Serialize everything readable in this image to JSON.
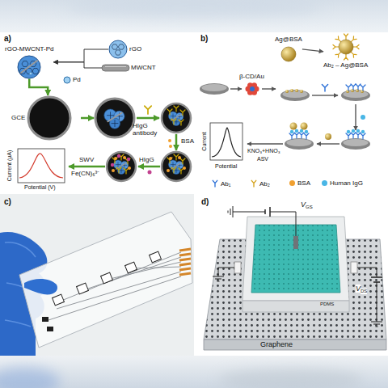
{
  "diagram": {
    "nodes": [
      {
        "text": [
          "rGO-MWCNT-Pd"
        ]
      },
      {
        "text": [
          "rGO"
        ]
      },
      {
        "text": [
          "MWCNT"
        ]
      },
      {
        "text": [
          "Pd"
        ]
      },
      {
        "text": [
          "GCE"
        ]
      },
      {
        "text": [
          "Ag@BSA"
        ]
      },
      {
        "text": [
          "Ab₂ – Ag@BSA"
        ]
      }
    ],
    "edges": [
      {
        "from": 1,
        "to": 0,
        "arrow": "to"
      },
      {
        "from": 2,
        "to": 0,
        "arrow": "to"
      },
      {
        "from": 0,
        "to": 4,
        "arrow": "to"
      },
      {
        "from": 5,
        "to": 6,
        "arrow": "to"
      }
    ],
    "labels": [
      "a)",
      "HIgG antibody",
      "BSA",
      "HIgG",
      "SWV",
      "Fe(CN)₆³⁻",
      "Current (μA)",
      "Potential (V)",
      "b)",
      "β-CD/Au",
      "Current",
      "Potential",
      "KNO₃+HNO₃",
      "ASV",
      "c)",
      "d)",
      "V",
      "GS",
      "V",
      "DS",
      "PDMS",
      "Graphene"
    ],
    "legend": [
      {
        "text": "Ab₁"
      },
      {
        "text": "Ab₂"
      },
      {
        "text": "BSA",
        "color": "#f0a030"
      },
      {
        "text": "Human IgG",
        "color": "#49b6e6"
      }
    ]
  }
}
